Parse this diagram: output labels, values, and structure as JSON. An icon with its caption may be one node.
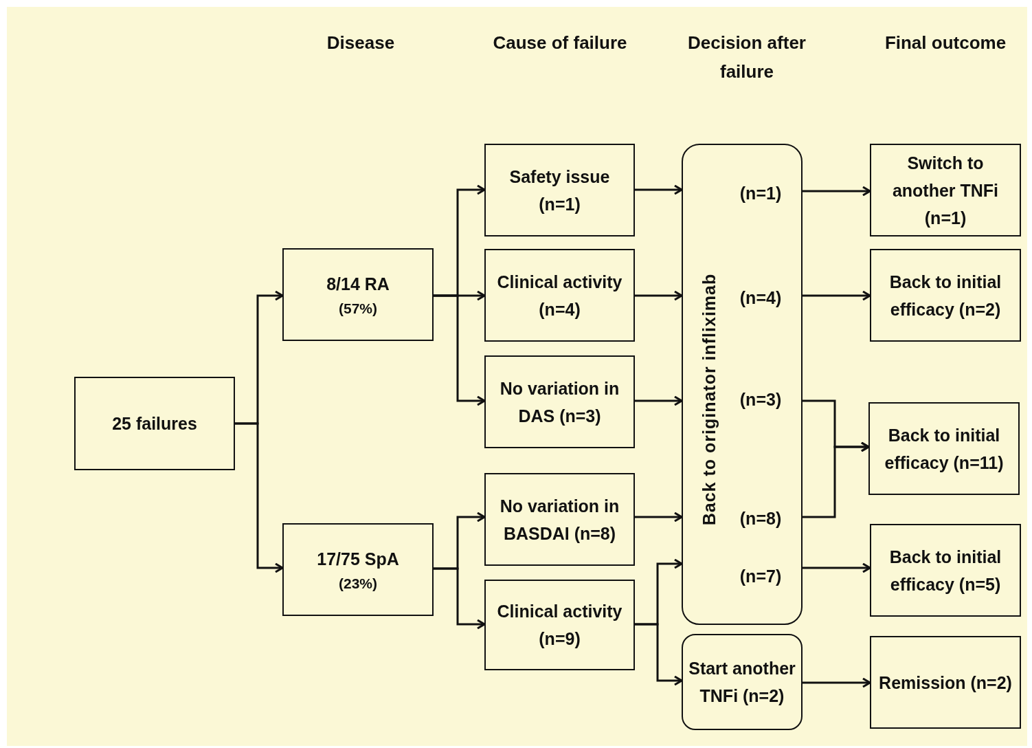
{
  "diagram": {
    "nodes": [
      {
        "text": [
          "25 failures"
        ]
      },
      {
        "text": [
          "8/14 RA",
          "(57%)"
        ]
      },
      {
        "text": [
          "17/75 SpA",
          "(23%)"
        ]
      },
      {
        "text": [
          "Safety issue (n=1)"
        ]
      },
      {
        "text": [
          "Clinical activity (n=4)"
        ]
      },
      {
        "text": [
          "No variation in DAS (n=3)"
        ]
      },
      {
        "text": [
          "No variation in BASDAI (n=8)"
        ]
      },
      {
        "text": [
          "Clinical activity (n=9)"
        ]
      },
      {
        "text": [
          "Back to originator infliximab",
          "(n=1)",
          "(n=4)",
          "(n=3)",
          "(n=8)",
          "(n=7)"
        ]
      },
      {
        "text": [
          "Start another TNFi (n=2)"
        ]
      },
      {
        "text": [
          "Switch to another TNFi (n=1)"
        ]
      },
      {
        "text": [
          "Back to initial efficacy (n=2)"
        ]
      },
      {
        "text": [
          "Back to initial efficacy (n=11)"
        ]
      },
      {
        "text": [
          "Back to initial efficacy (n=5)"
        ]
      },
      {
        "text": [
          "Remission (n=2)"
        ]
      }
    ],
    "edges": [
      {
        "from": 0,
        "to": 1,
        "arrow": "to"
      },
      {
        "from": 0,
        "to": 2,
        "arrow": "to"
      },
      {
        "from": 1,
        "to": 3,
        "arrow": "to"
      },
      {
        "from": 1,
        "to": 4,
        "arrow": "to"
      },
      {
        "from": 1,
        "to": 5,
        "arrow": "to"
      },
      {
        "from": 2,
        "to": 6,
        "arrow": "to"
      },
      {
        "from": 2,
        "to": 7,
        "arrow": "to"
      },
      {
        "from": 3,
        "to": 8,
        "arrow": "to"
      },
      {
        "from": 4,
        "to": 8,
        "arrow": "to"
      },
      {
        "from": 5,
        "to": 8,
        "arrow": "to"
      },
      {
        "from": 6,
        "to": 8,
        "arrow": "to"
      },
      {
        "from": 7,
        "to": 8,
        "arrow": "to"
      },
      {
        "from": 7,
        "to": 9,
        "arrow": "to"
      },
      {
        "from": 8,
        "to": 10,
        "arrow": "to"
      },
      {
        "from": 8,
        "to": 11,
        "arrow": "to"
      },
      {
        "from": 8,
        "to": 12,
        "arrow": "to"
      },
      {
        "from": 8,
        "to": 12,
        "arrow": "to"
      },
      {
        "from": 8,
        "to": 13,
        "arrow": "to"
      },
      {
        "from": 9,
        "to": 14,
        "arrow": "to"
      }
    ],
    "labels": [
      "Disease",
      "Cause of failure",
      "Decision after failure",
      "Final outcome"
    ]
  }
}
